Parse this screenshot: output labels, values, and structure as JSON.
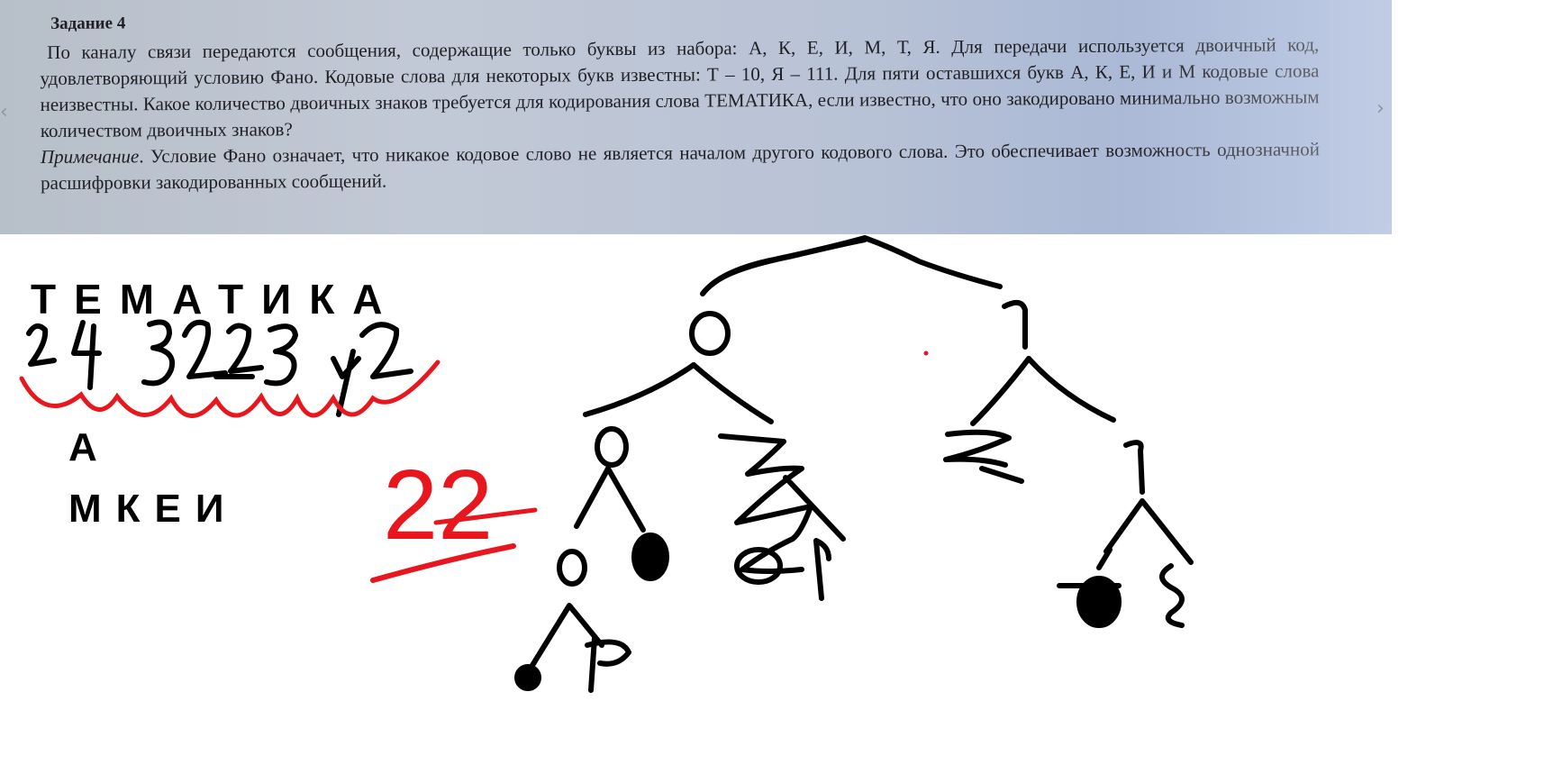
{
  "task": {
    "title": "Задание 4",
    "paragraph": "По каналу связи передаются сообщения, содержащие только буквы из набора: А, К, Е, И, М, Т, Я. Для передачи используется двоичный код, удовлетворяющий условию Фано. Кодовые слова для некоторых букв известны: Т – 10, Я – 111. Для пяти оставшихся букв А, К, Е, И и М кодовые слова неизвестны. Какое количество двоичных знаков требуется для кодирования слова ТЕМАТИКА, если известно, что оно закодировано минимально возможным количеством двоичных знаков?",
    "note_label": "Примечание",
    "note_text": ". Условие Фано означает, что никакое кодовое слово не является началом другого кодового слова. Это обеспечивает возможность однозначной расшифровки закодированных сообщений."
  },
  "handwriting": {
    "word": "ТЕМАТИКА",
    "letter_a": "А",
    "remaining_letters": "МКЕИ",
    "code_lengths": "2 4 3 2 2 3 4 2",
    "answer": "22",
    "tree_root_left": "0",
    "tree_root_right": "1"
  },
  "colors": {
    "ink": "#000000",
    "correction": "#e8161d",
    "photo_bg": "#b9c3d6"
  }
}
